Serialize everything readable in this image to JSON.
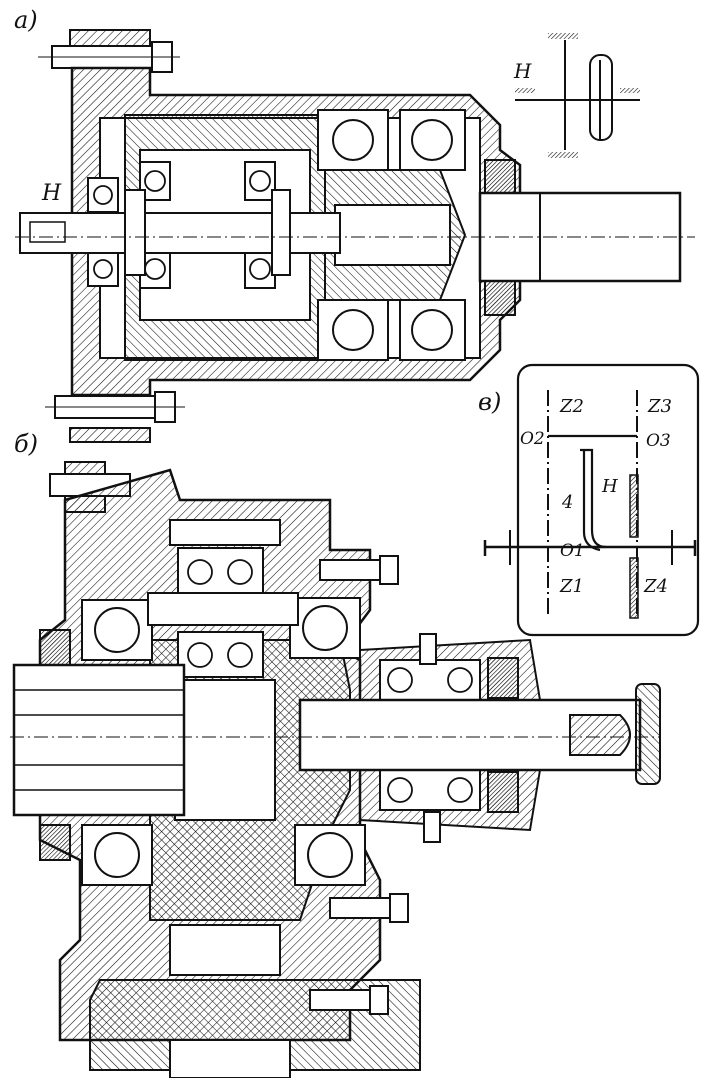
{
  "view_labels": {
    "a": "а)",
    "b": "б)",
    "v": "в)"
  },
  "assembly_a": {
    "shaft_label": "H",
    "inset_label": "H"
  },
  "scheme_v": {
    "z2": "Z2",
    "z3": "Z3",
    "z1": "Z1",
    "z4": "Z4",
    "o1": "O1",
    "o2": "O2",
    "o3": "O3",
    "link_4": "4",
    "carrier": "H"
  }
}
